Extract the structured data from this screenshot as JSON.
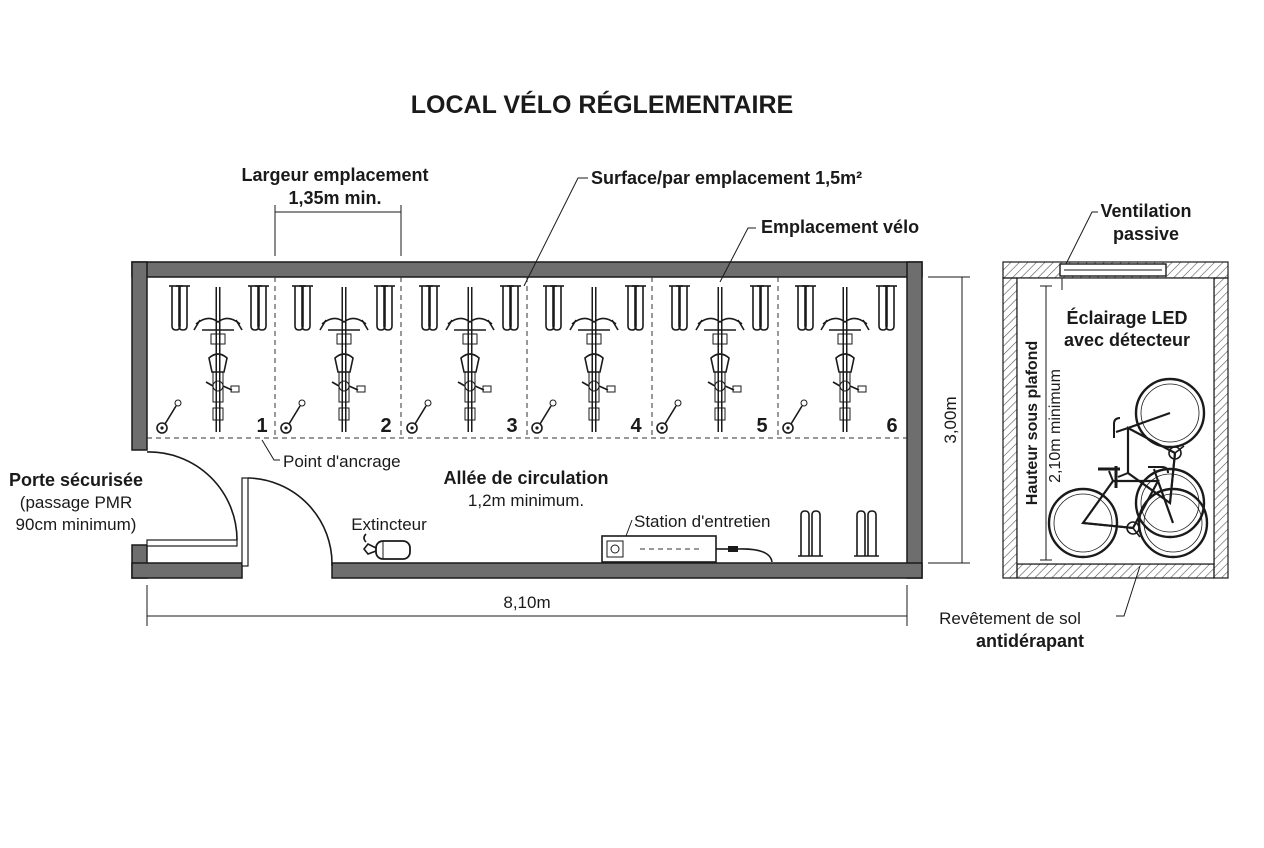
{
  "title": "LOCAL VÉLO RÉGLEMENTAIRE",
  "labels": {
    "width_line1": "Largeur emplacement",
    "width_line2": "1,35m min.",
    "surface": "Surface/par emplacement 1,5m²",
    "spot": "Emplacement vélo",
    "anchor": "Point d'ancrage",
    "aisle_line1": "Allée de circulation",
    "aisle_line2": "1,2m minimum.",
    "door_line1": "Porte sécurisée",
    "door_line2": "(passage PMR",
    "door_line3": "90cm minimum)",
    "extinguisher": "Extincteur",
    "station": "Station d'entretien",
    "length": "8,10m",
    "depth": "3,00m",
    "ventilation_line1": "Ventilation",
    "ventilation_line2": "passive",
    "lighting_line1": "Éclairage LED",
    "lighting_line2": "avec détecteur",
    "height_line1": "Hauteur sous plafond",
    "height_line2": "2,10m minimum",
    "floor_line1": "Revêtement de sol",
    "floor_line2": "antidérapant"
  },
  "spots": [
    "1",
    "2",
    "3",
    "4",
    "5",
    "6"
  ]
}
